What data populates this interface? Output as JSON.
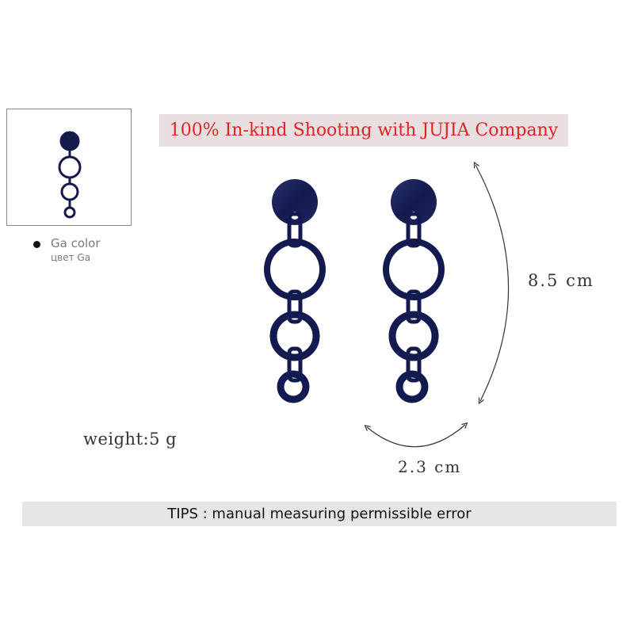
{
  "thumbnail": {
    "color_swatch": "#141a4a"
  },
  "color_option": {
    "name": "Ga color",
    "name_ru": "цвет Ga",
    "dot_color": "#111111"
  },
  "banner": {
    "text": "100% In-kind Shooting with JUJIA Company",
    "text_color": "#e02424",
    "background": "#e8e0e0"
  },
  "product": {
    "earring_color": "#111a52",
    "length_label": "8.5 cm",
    "width_label": "2.3 cm",
    "weight_label": "weight:5 g"
  },
  "tips": {
    "text": "TIPS : manual measuring permissible error",
    "background": "#e6e6e6"
  }
}
